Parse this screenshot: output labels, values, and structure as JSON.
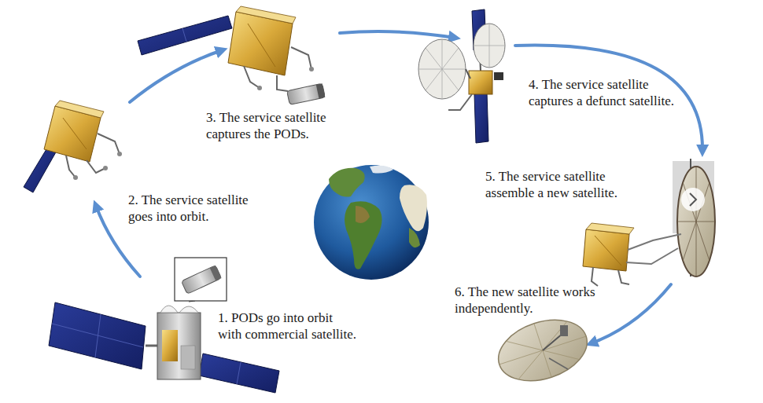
{
  "diagram": {
    "labels": [
      "1. PODs go into orbit with commercial satellite.",
      "2. The service satellite goes into orbit.",
      "3. The service satellite captures the PODs.",
      "4. The service satellite captures a defunct satellite.",
      "5. The service satellite assemble a new satellite.",
      "6. The new satellite works independently."
    ]
  }
}
